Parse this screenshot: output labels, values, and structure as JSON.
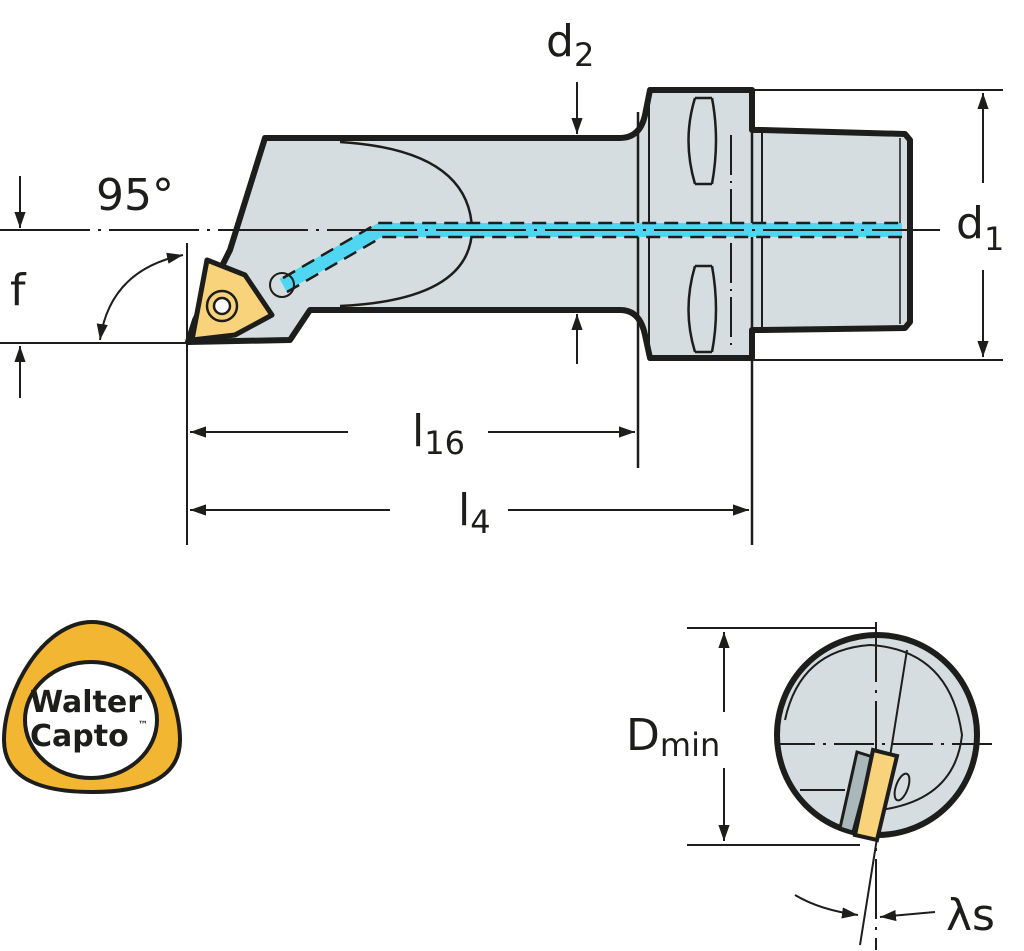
{
  "diagram": {
    "title": "Boring bar with Walter Capto coupling – dimension drawing",
    "colors": {
      "body": "#d5dde0",
      "outline": "#1d1d1b",
      "coolant": "#4fd6f2",
      "insert": "#f9d37b",
      "logo_ring": "#f2b632",
      "insert_seat": "#aab7bb"
    },
    "labels": {
      "angle": "95°",
      "f": "f",
      "d2_main": "d",
      "d2_sub": "2",
      "d1_main": "d",
      "d1_sub": "1",
      "l16_main": "l",
      "l16_sub": "16",
      "l4_main": "l",
      "l4_sub": "4",
      "dmin_main": "D",
      "dmin_sub": "min",
      "lambda_s": "λs"
    },
    "logo": {
      "line1": "Walter",
      "line2": "Capto",
      "trademark": "™"
    }
  }
}
